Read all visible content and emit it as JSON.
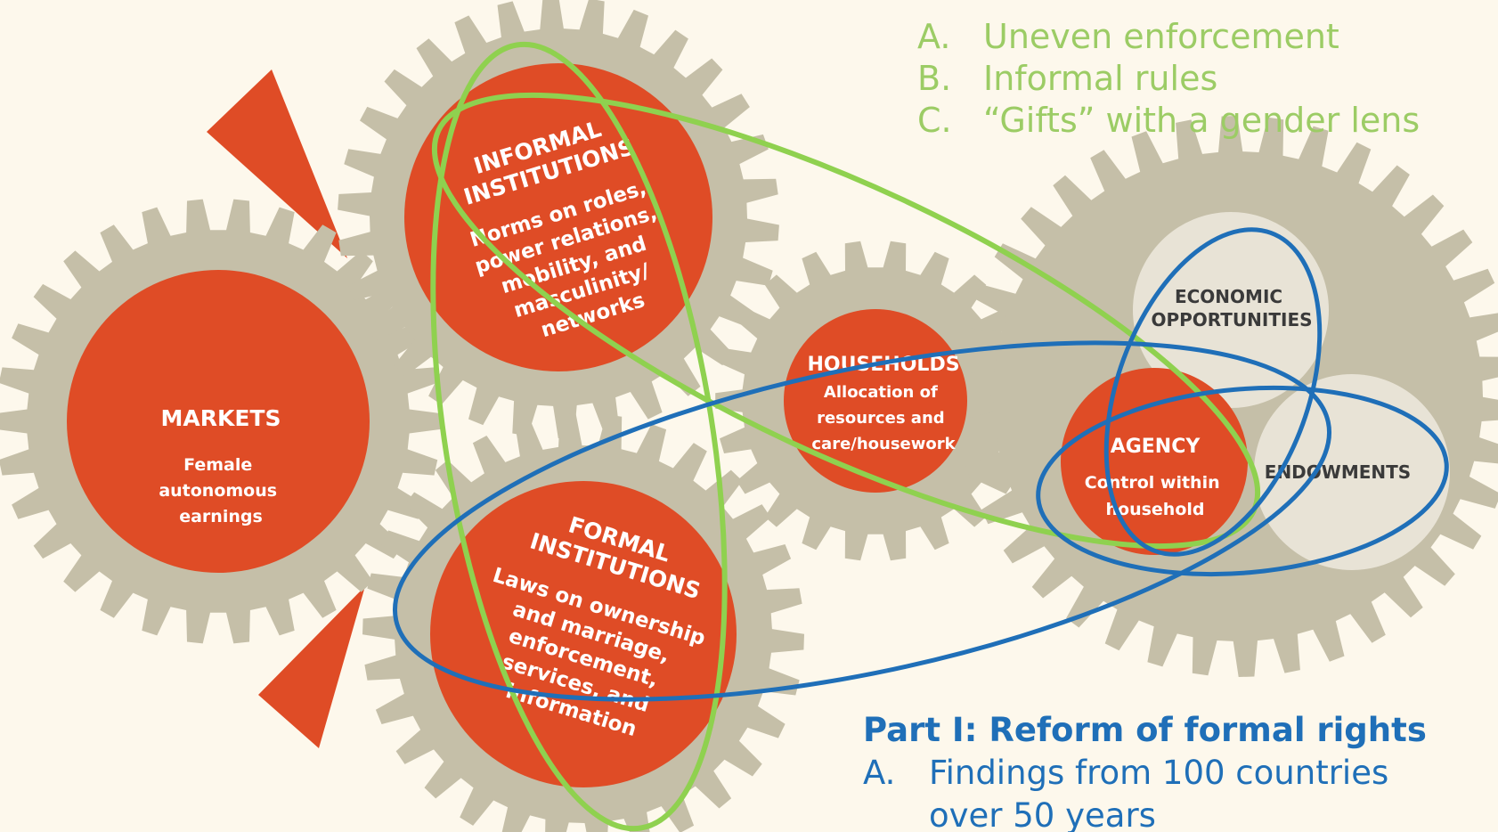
{
  "colors": {
    "background": "#fdf8ec",
    "gear": "#c5bfa8",
    "gear_center": "#df4c26",
    "light_circle": "#e8e3d6",
    "green_outline": "#8fd14f",
    "blue_outline": "#1f6fb8"
  },
  "gears": {
    "markets": {
      "title": "MARKETS",
      "sub": [
        "Female",
        "autonomous",
        "earnings"
      ]
    },
    "informal": {
      "title": [
        "INFORMAL",
        "INSTITUTIONS"
      ],
      "sub": [
        "Norms on roles,",
        "power relations,",
        "mobility, and",
        "masculinity/",
        "networks"
      ]
    },
    "formal": {
      "title": [
        "FORMAL",
        "INSTITUTIONS"
      ],
      "sub": [
        "Laws on ownership",
        "and marriage,",
        "enforcement,",
        "services, and",
        "information"
      ]
    },
    "households": {
      "title": "HOUSEHOLDS",
      "sub": [
        "Allocation of",
        "resources and",
        "care/housework"
      ]
    },
    "outcomes": {
      "economic": [
        "ECONOMIC",
        "OPPORTUNITIES"
      ],
      "agency_title": "AGENCY",
      "agency_sub": [
        "Control within",
        "household"
      ],
      "endowments": "ENDOWMENTS"
    }
  },
  "green_list": {
    "items": [
      {
        "letter": "A.",
        "text": "Uneven enforcement"
      },
      {
        "letter": "B.",
        "text": "Informal rules"
      },
      {
        "letter": "C.",
        "text": "“Gifts” with a gender lens"
      }
    ]
  },
  "blue_list": {
    "heading": "Part I: Reform of formal rights",
    "items": [
      {
        "letter": "A.",
        "text": "Findings from 100 countries"
      },
      {
        "letter": "",
        "text": "over 50 years"
      }
    ]
  }
}
